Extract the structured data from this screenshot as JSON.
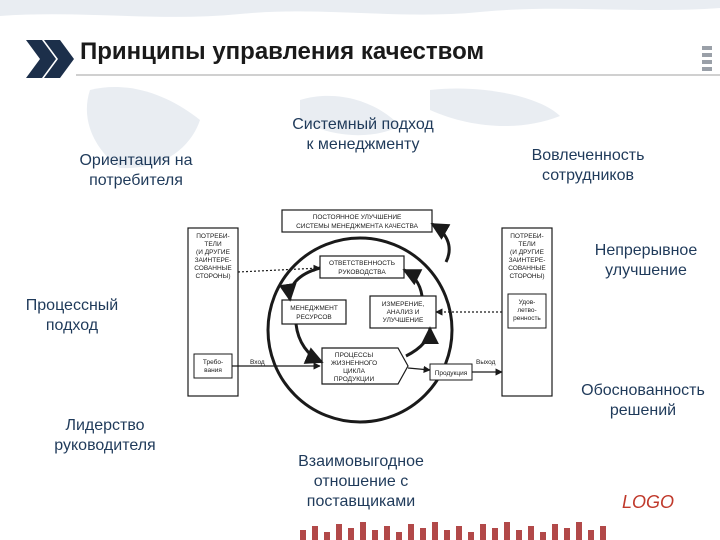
{
  "slide": {
    "title": "Принципы управления качеством",
    "logo": "LOGO"
  },
  "principles": {
    "consumer": [
      "Ориентация на",
      "потребителя"
    ],
    "system": [
      "Системный подход",
      "к менеджменту"
    ],
    "involvement": [
      "Вовлеченность",
      "сотрудников"
    ],
    "improvement": [
      "Непрерывное",
      "улучшение"
    ],
    "process": [
      "Процессный",
      "подход"
    ],
    "facts": [
      "Обоснованность",
      "решений"
    ],
    "leadership": [
      "Лидерство",
      "руководителя"
    ],
    "suppliers": [
      "Взаимовыгодное",
      "отношение с",
      "поставщиками"
    ]
  },
  "diagram": {
    "top_box": [
      "ПОСТОЯННОЕ УЛУЧШЕНИЕ",
      "СИСТЕМЫ МЕНЕДЖМЕНТА КАЧЕСТВА"
    ],
    "left_column": [
      "ПОТРЕБИ-",
      "ТЕЛИ",
      "(И ДРУГИЕ",
      "ЗАИНТЕРЕ-",
      "СОВАННЫЕ",
      "СТОРОНЫ)"
    ],
    "left_requirements": [
      "Требо-",
      "вания"
    ],
    "right_column": [
      "ПОТРЕБИ-",
      "ТЕЛИ",
      "(И ДРУГИЕ",
      "ЗАИНТЕРЕ-",
      "СОВАННЫЕ",
      "СТОРОНЫ)"
    ],
    "right_satisfaction": [
      "Удов-",
      "летво-",
      "ренность"
    ],
    "responsibility": [
      "ОТВЕТСТВЕННОСТЬ",
      "РУКОВОДСТВА"
    ],
    "resources": [
      "МЕНЕДЖМЕНТ",
      "РЕСУРСОВ"
    ],
    "measurement": [
      "ИЗМЕРЕНИЕ,",
      "АНАЛИЗ И",
      "УЛУЧШЕНИЕ"
    ],
    "processes": [
      "ПРОЦЕССЫ",
      "ЖИЗНЕННОГО",
      "ЦИКЛА",
      "ПРОДУКЦИИ"
    ],
    "product": "Продукция",
    "input": "Вход",
    "output": "Выход"
  },
  "colors": {
    "title": "#1a1a1a",
    "principle_text": "#1f3a5a",
    "chevron": "#1c2f4a",
    "logo": "#c0392b",
    "footer": "#a52a2a"
  },
  "icons": {
    "title_marker": "double-chevron-icon",
    "corner": "square-grid-icon"
  }
}
